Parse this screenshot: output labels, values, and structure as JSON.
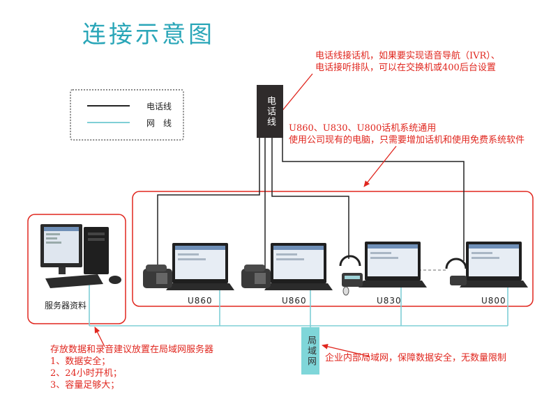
{
  "title": "连接示意图",
  "legend": {
    "phone_line": "电话线",
    "network_line": "网　线"
  },
  "phone_line_box": "电话线",
  "lan_box": "局域网",
  "annotations": {
    "ivr_line1": "电话线接话机，如果要实现语音导航（IVR）、",
    "ivr_line2": "电话接听排队，可以在交换机或400后台设置",
    "models_line1": "U860、U830、U800话机系统通用",
    "models_line2": "使用公司现有的电脑，只需要增加话机和使用免费系统软件",
    "storage_line1": "存放数据和录音建议放置在局域网服务器",
    "storage_line2": "1、数据安全；",
    "storage_line3": "2、24小时开机；",
    "storage_line4": "3、容量足够大；",
    "lan_note": "企业内部局域网，保障数据安全，无数量限制"
  },
  "server_label": "服务器资料",
  "workstations": [
    {
      "model": "U860"
    },
    {
      "model": "U860"
    },
    {
      "model": "U830"
    },
    {
      "model": "U800"
    }
  ],
  "colors": {
    "title": "#2aa6b8",
    "phone_line": "#222222",
    "network_line": "#7fcfd6",
    "annotation": "#e0261e",
    "group_border": "#e0261e"
  }
}
